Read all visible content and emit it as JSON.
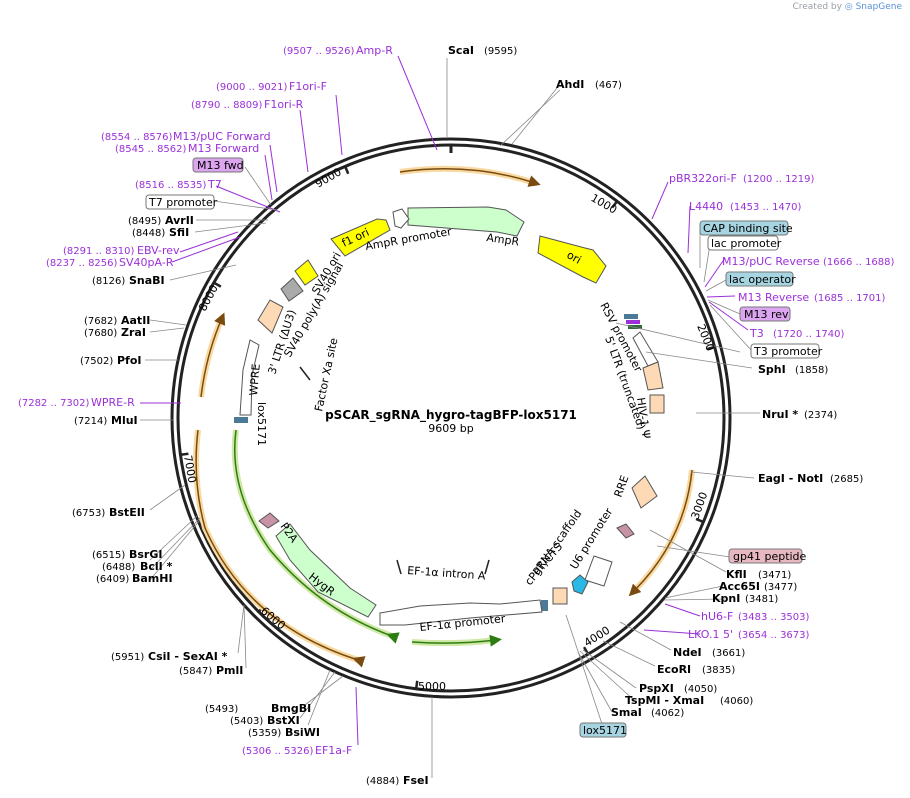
{
  "watermark": {
    "prefix": "Created by",
    "brand": "SnapGene"
  },
  "plasmid": {
    "name": "pSCAR_sgRNA_hygro-tagBFP-lox5171",
    "size_label": "9609 bp",
    "length": 9609
  },
  "ticks": [
    "1000",
    "2000",
    "3000",
    "4000",
    "5000",
    "6000",
    "7000",
    "8000",
    "9000"
  ],
  "sites": [
    {
      "name": "ScaI",
      "pos": "(9595)"
    },
    {
      "name": "AhdI",
      "pos": "(467)"
    },
    {
      "name": "SphI",
      "pos": "(1858)"
    },
    {
      "name": "NruI *",
      "pos": "(2374)"
    },
    {
      "name": "EagI - NotI",
      "pos": "(2685)"
    },
    {
      "name": "KflI",
      "pos": "(3471)"
    },
    {
      "name": "Acc65I",
      "pos": "(3477)"
    },
    {
      "name": "KpnI",
      "pos": "(3481)"
    },
    {
      "name": "NdeI",
      "pos": "(3661)"
    },
    {
      "name": "EcoRI",
      "pos": "(3835)"
    },
    {
      "name": "PspXI",
      "pos": "(4050)"
    },
    {
      "name": "TspMI - XmaI",
      "pos": "(4060)"
    },
    {
      "name": "SmaI",
      "pos": "(4062)"
    },
    {
      "name": "FseI",
      "pos": "(4884)"
    },
    {
      "name": "BsiWI",
      "pos": "(5359)"
    },
    {
      "name": "BstXI",
      "pos": "(5403)"
    },
    {
      "name": "BmgBI",
      "pos": "(5493)"
    },
    {
      "name": "PmlI",
      "pos": "(5847)"
    },
    {
      "name": "CsiI - SexAI *",
      "pos": "(5951)"
    },
    {
      "name": "BamHI",
      "pos": "(6409)"
    },
    {
      "name": "BclI *",
      "pos": "(6488)"
    },
    {
      "name": "BsrGI",
      "pos": "(6515)"
    },
    {
      "name": "BstEII",
      "pos": "(6753)"
    },
    {
      "name": "MluI",
      "pos": "(7214)"
    },
    {
      "name": "PfoI",
      "pos": "(7502)"
    },
    {
      "name": "ZraI",
      "pos": "(7680)"
    },
    {
      "name": "AatII",
      "pos": "(7682)"
    },
    {
      "name": "SnaBI",
      "pos": "(8126)"
    },
    {
      "name": "SfiI",
      "pos": "(8448)"
    },
    {
      "name": "AvrII",
      "pos": "(8495)"
    }
  ],
  "primers": [
    {
      "name": "Amp-R",
      "pos": "(9507 .. 9526)"
    },
    {
      "name": "F1ori-F",
      "pos": "(9000 .. 9021)"
    },
    {
      "name": "F1ori-R",
      "pos": "(8790 .. 8809)"
    },
    {
      "name": "M13/pUC Forward",
      "pos": "(8554 .. 8576)"
    },
    {
      "name": "M13 Forward",
      "pos": "(8545 .. 8562)"
    },
    {
      "name": "T7",
      "pos": "(8516 .. 8535)"
    },
    {
      "name": "EBV-rev",
      "pos": "(8291 .. 8310)"
    },
    {
      "name": "SV40pA-R",
      "pos": "(8237 .. 8256)"
    },
    {
      "name": "WPRE-R",
      "pos": "(7282 .. 7302)"
    },
    {
      "name": "EF1a-F",
      "pos": "(5306 .. 5326)"
    },
    {
      "name": "LKO.1 5'",
      "pos": "(3654 .. 3673)"
    },
    {
      "name": "hU6-F",
      "pos": "(3483 .. 3503)"
    },
    {
      "name": "pBR322ori-F",
      "pos": "(1200 .. 1219)"
    },
    {
      "name": "L4440",
      "pos": "(1453 .. 1470)"
    },
    {
      "name": "M13/pUC Reverse",
      "pos": "(1666 .. 1688)"
    },
    {
      "name": "M13 Reverse",
      "pos": "(1685 .. 1701)"
    },
    {
      "name": "T3",
      "pos": "(1720 .. 1740)"
    }
  ],
  "boxed_labels": [
    {
      "text": "M13 fwd",
      "style": "purple"
    },
    {
      "text": "T7 promoter",
      "style": "white"
    },
    {
      "text": "CAP binding site",
      "style": "blue"
    },
    {
      "text": "lac promoter",
      "style": "white"
    },
    {
      "text": "lac operator",
      "style": "blue"
    },
    {
      "text": "M13 rev",
      "style": "purple"
    },
    {
      "text": "T3 promoter",
      "style": "white"
    },
    {
      "text": "gp41 peptide",
      "style": "pink"
    },
    {
      "text": "lox5171",
      "style": "blue"
    }
  ],
  "features": {
    "f1_ori": "f1 ori",
    "ampr_promoter": "AmpR promoter",
    "ampr": "AmpR",
    "ori": "ori",
    "sv40_ori": "SV40 ori",
    "sv40_polya": "SV40 poly(A) signal",
    "ltr3": "3' LTR (ΔU3)",
    "factor_xa": "Factor Xa site",
    "wpre": "WPRE",
    "lox5171": "lox5171",
    "rsv_promoter": "RSV promoter",
    "ltr5": "5' LTR (truncated)",
    "hiv_psi": "HIV-1 Ψ",
    "rre": "RRE",
    "u6_promoter": "U6 promoter",
    "grna_scaffold": "gRNA scaffold",
    "cppt": "cPPT/CTS",
    "ef1a_intron": "EF-1α intron A",
    "ef1a_promoter": "EF-1α promoter",
    "hygr": "HygR",
    "p2a": "P2A"
  },
  "colors": {
    "orange": "#f0a830",
    "yellow": "#ffff00",
    "green": "#ccffcc",
    "peach": "#fdd9b5",
    "primer": "#9b30d9",
    "blue_box": "#a6d4e0",
    "purple_box": "#dca5f0",
    "pink_box": "#e8b8c0"
  }
}
